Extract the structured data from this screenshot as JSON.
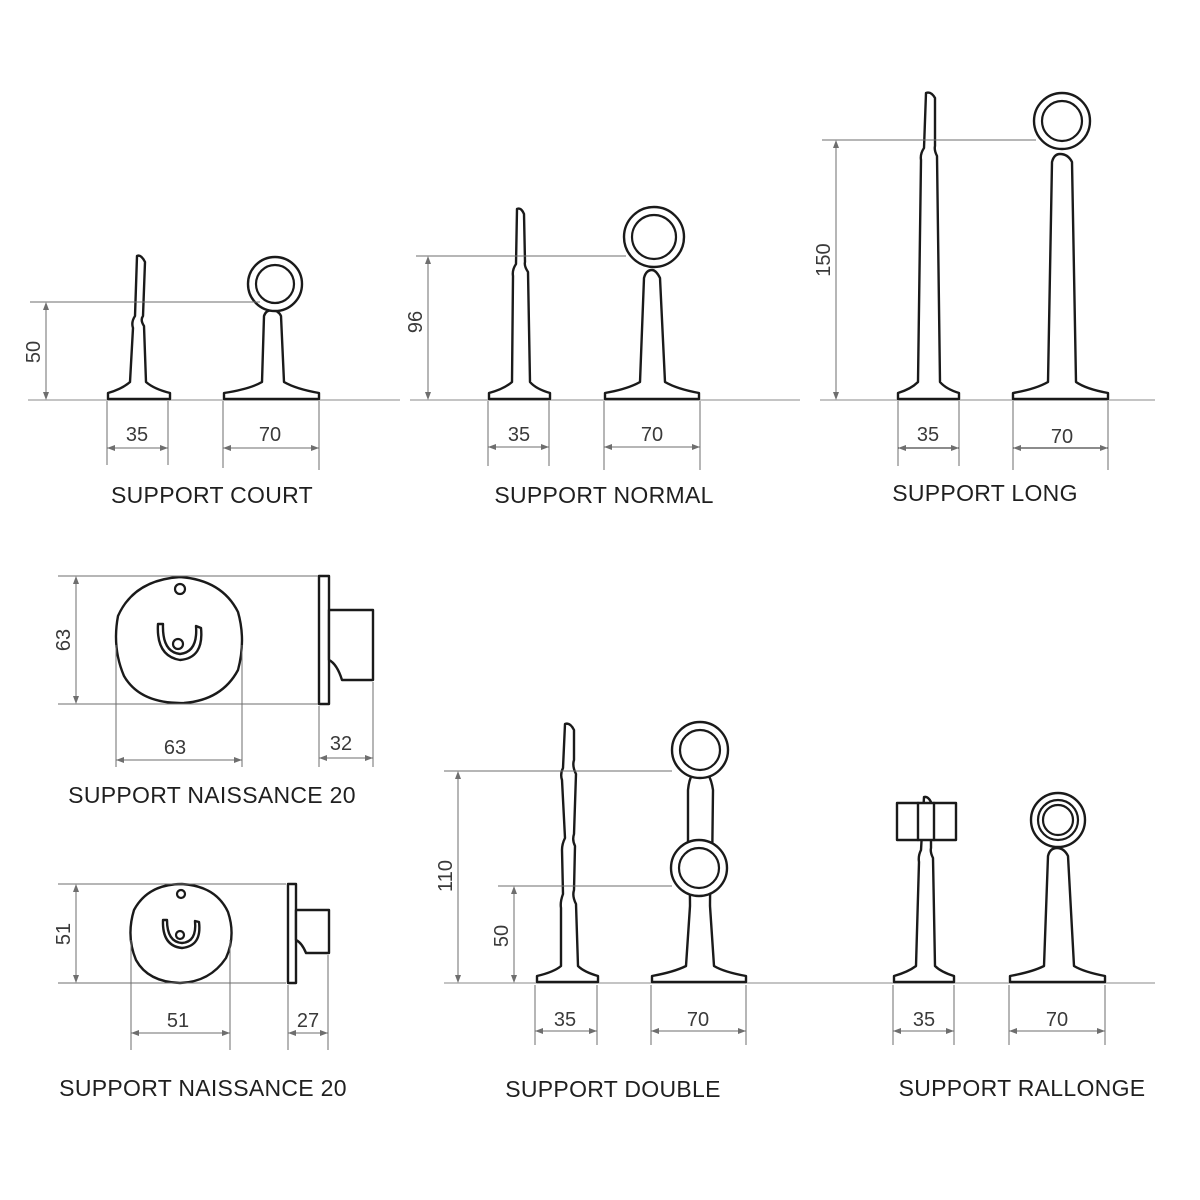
{
  "drawing": {
    "court": {
      "title": "SUPPORT COURT",
      "height": "50",
      "base_narrow": "35",
      "base_wide": "70"
    },
    "normal": {
      "title": "SUPPORT NORMAL",
      "height": "96",
      "base_narrow": "35",
      "base_wide": "70"
    },
    "long": {
      "title": "SUPPORT LONG",
      "height": "150",
      "base_narrow": "35",
      "base_wide": "70"
    },
    "naissance_a": {
      "title": "SUPPORT NAISSANCE 20",
      "height": "63",
      "width": "63",
      "depth": "32"
    },
    "naissance_b": {
      "title": "SUPPORT NAISSANCE 20",
      "height": "51",
      "width": "51",
      "depth": "27"
    },
    "double": {
      "title": "SUPPORT DOUBLE",
      "height_top": "110",
      "height_low": "50",
      "base_narrow": "35",
      "base_wide": "70"
    },
    "rallonge": {
      "title": "SUPPORT RALLONGE",
      "base_narrow": "35",
      "base_wide": "70"
    }
  },
  "colors": {
    "line": "#1a1a1a",
    "dimension": "#6e6e6e",
    "background": "#ffffff"
  }
}
